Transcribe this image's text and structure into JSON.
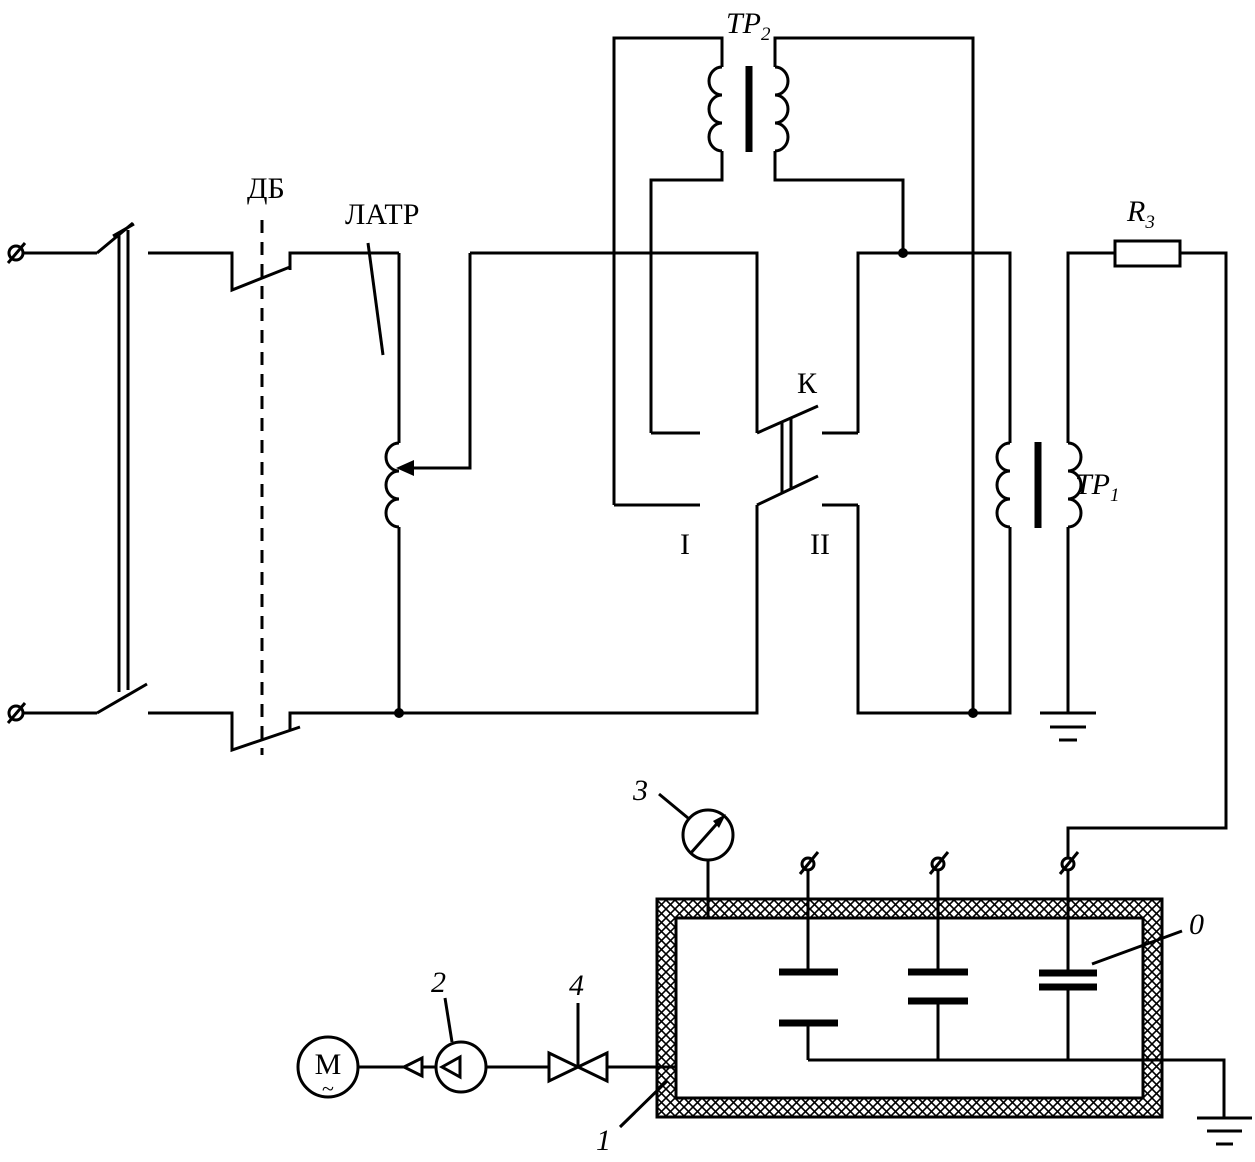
{
  "labels": {
    "db": "ДБ",
    "latr": "ЛАТР",
    "tr2": "TP",
    "tr2_sub": "2",
    "tr1": "TP",
    "tr1_sub": "1",
    "r3": "R",
    "r3_sub": "3",
    "switch_k": "К",
    "pos_1": "I",
    "pos_2": "II",
    "motor": "M",
    "motor_tilde": "~",
    "callout_0": "0",
    "callout_1": "1",
    "callout_2": "2",
    "callout_3": "3",
    "callout_4": "4"
  }
}
